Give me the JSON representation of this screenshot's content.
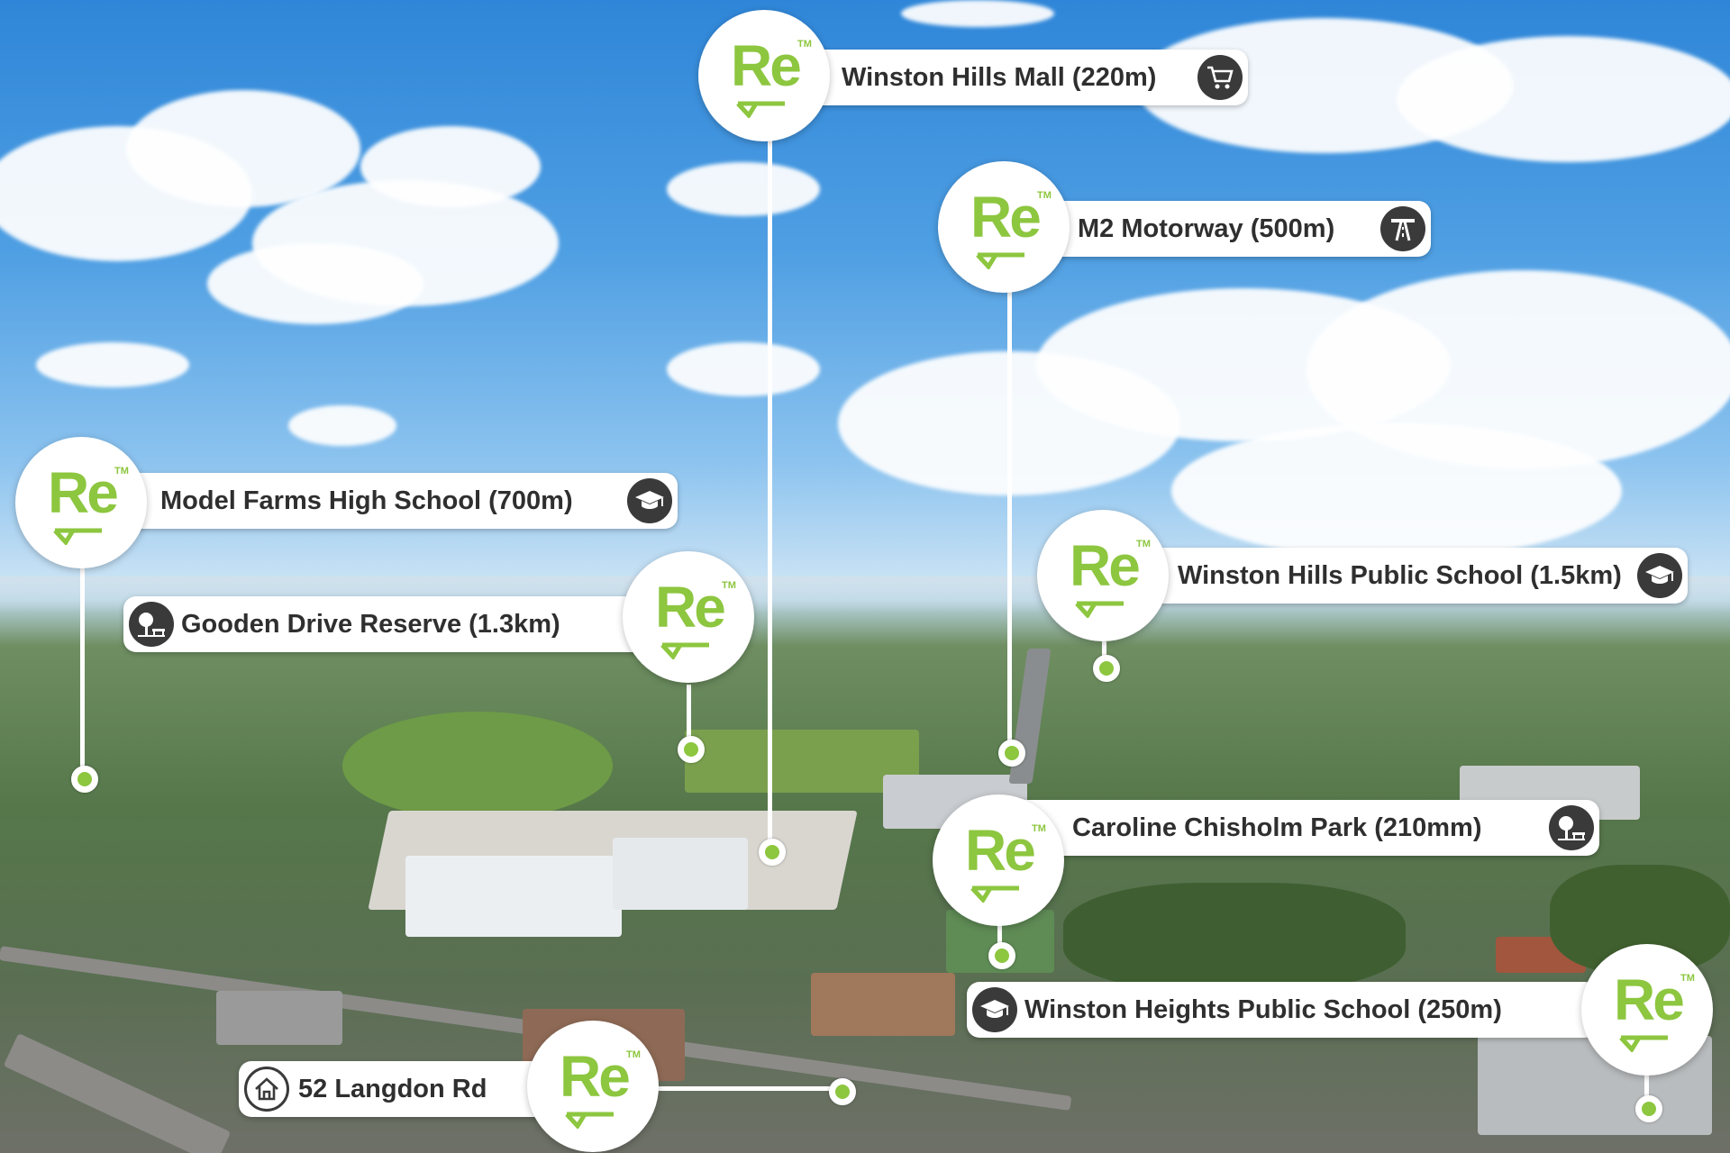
{
  "brand": {
    "logo_text": "Re",
    "logo_trademark": "TM",
    "accent_color": "#8dc63f",
    "icon_color": "#3a3a3a"
  },
  "markers": {
    "mall": {
      "label": "Winston Hills Mall (220m)",
      "icon": "shopping-cart-icon"
    },
    "motorway": {
      "label": "M2 Motorway (500m)",
      "icon": "motorway-icon"
    },
    "model_farms": {
      "label": "Model Farms High School (700m)",
      "icon": "graduation-cap-icon"
    },
    "gooden": {
      "label": "Gooden Drive Reserve (1.3km)",
      "icon": "park-bench-icon"
    },
    "public_school": {
      "label": "Winston Hills Public School (1.5km)",
      "icon": "graduation-cap-icon"
    },
    "caroline": {
      "label": "Caroline Chisholm Park (210mm)",
      "icon": "park-bench-icon"
    },
    "heights": {
      "label": "Winston Heights Public School (250m)",
      "icon": "graduation-cap-icon"
    },
    "property": {
      "label": "52 Langdon Rd",
      "icon": "house-icon"
    }
  }
}
